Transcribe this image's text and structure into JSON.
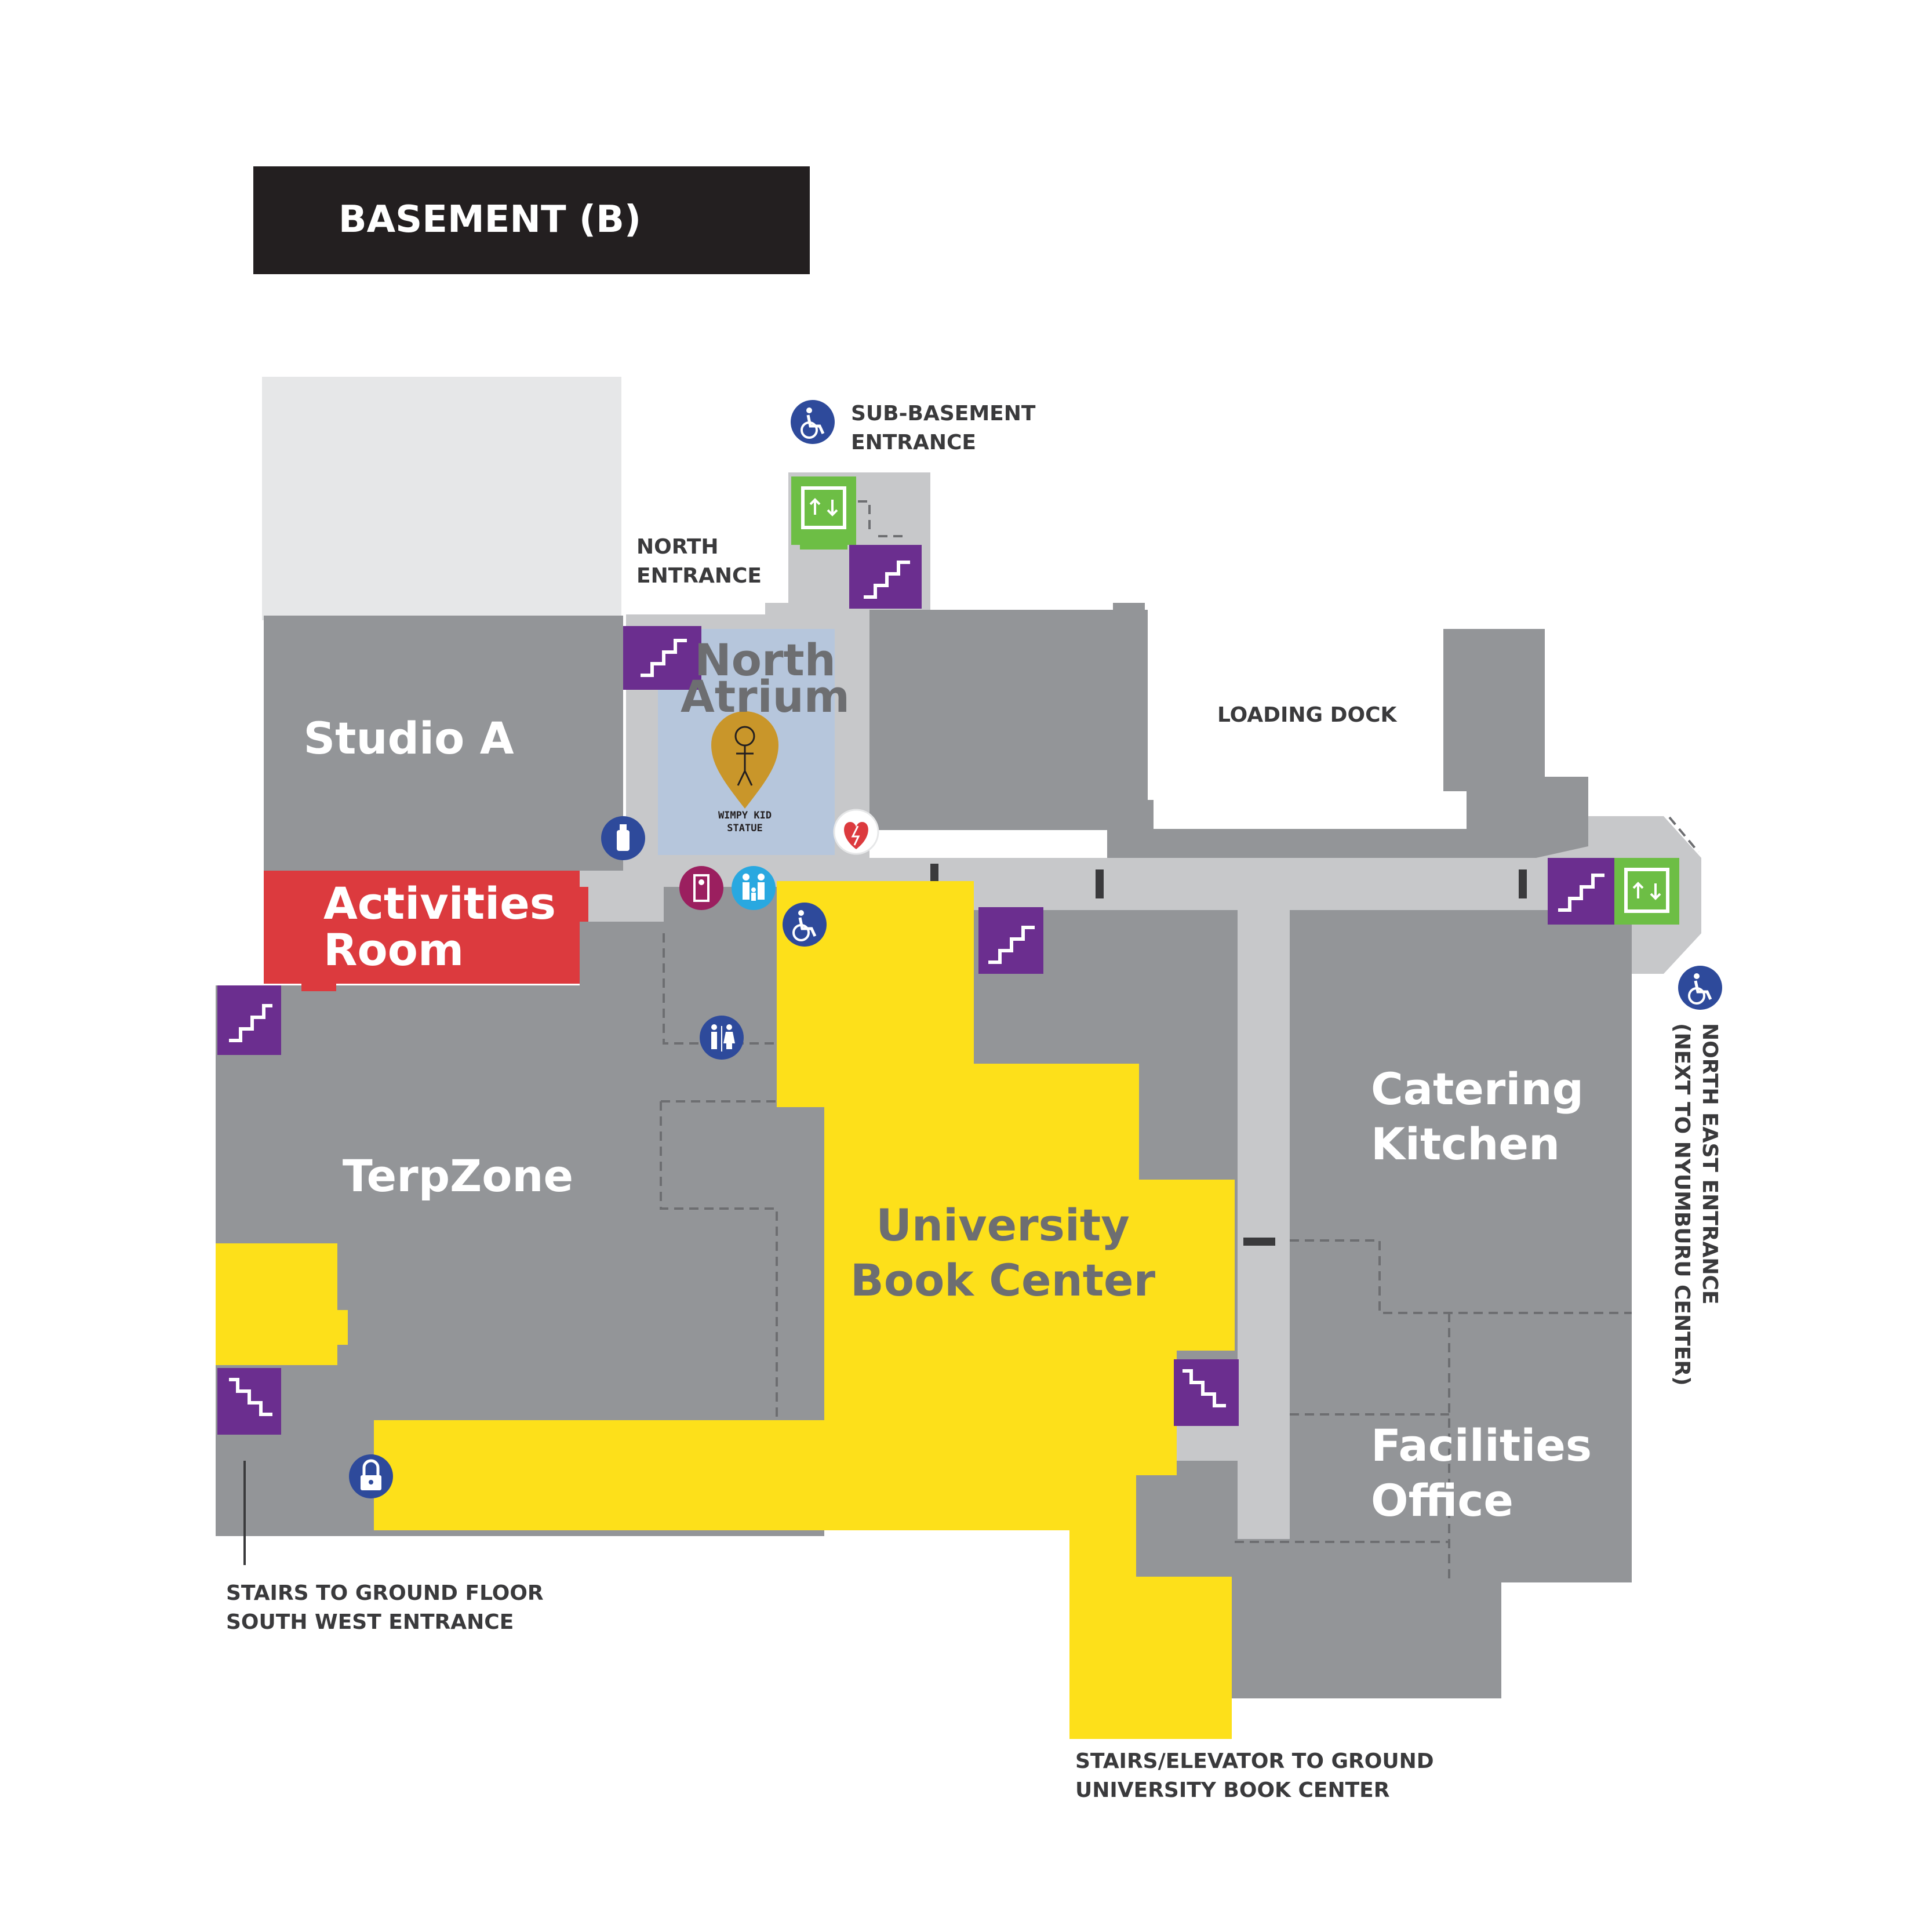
{
  "title": "BASEMENT (B)",
  "rooms": {
    "studio_a": "Studio A",
    "activities_line1": "Activities",
    "activities_line2": "Room",
    "terpzone": "TerpZone",
    "north_atrium_line1": "North",
    "north_atrium_line2": "Atrium",
    "book_center_line1": "University",
    "book_center_line2": "Book Center",
    "catering_line1": "Catering",
    "catering_line2": "Kitchen",
    "facilities_line1": "Facilities",
    "facilities_line2": "Office"
  },
  "labels": {
    "sub_basement_line1": "SUB-BASEMENT",
    "sub_basement_line2": "ENTRANCE",
    "north_entrance_line1": "NORTH",
    "north_entrance_line2": "ENTRANCE",
    "loading_dock": "LOADING DOCK",
    "statue_line1": "WIMPY KID",
    "statue_line2": "STATUE",
    "northeast_line1": "NORTH EAST ENTRANCE",
    "northeast_line2": "(NEXT TO NYUMBURU CENTER)",
    "southwest_line1": "STAIRS TO GROUND FLOOR",
    "southwest_line2": "SOUTH WEST ENTRANCE",
    "bookcenter_stairs_line1": "STAIRS/ELEVATOR TO GROUND",
    "bookcenter_stairs_line2": "UNIVERSITY BOOK CENTER"
  },
  "icons": {
    "stairs": "stairs-icon",
    "elevator": "elevator-icon",
    "accessible": "wheelchair-icon",
    "restroom": "restroom-icon",
    "family_restroom": "family-restroom-icon",
    "lactation": "lactation-room-icon",
    "water": "water-bottle-filler-icon",
    "aed": "aed-heart-icon",
    "lock": "lock-icon",
    "statue_pin": "map-pin-icon"
  },
  "colors": {
    "room_gray": "#939598",
    "corridor": "#c7c8ca",
    "light_block": "#e6e7e8",
    "book_center": "#fde01a",
    "activities": "#dc3a3e",
    "stairs": "#6b2e8f",
    "elevator": "#6dbe45",
    "atrium": "#b6c6dc",
    "icon_blue": "#2e4a9b",
    "title_bar": "#231f20",
    "pin": "#c9962a"
  }
}
